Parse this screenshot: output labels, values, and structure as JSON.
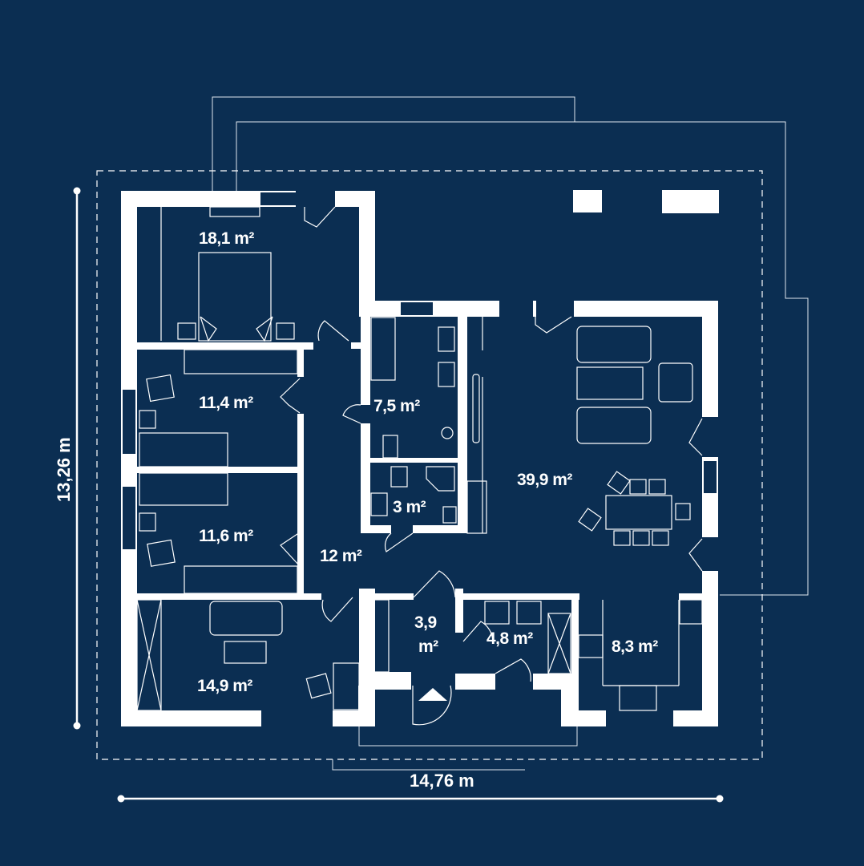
{
  "plan": {
    "background_color": "#0b2e52",
    "line_color": "#ffffff",
    "rooms": [
      {
        "id": "bedroom-master",
        "area": "18,1 m²"
      },
      {
        "id": "bedroom-2",
        "area": "11,4 m²"
      },
      {
        "id": "bedroom-3",
        "area": "11,6 m²"
      },
      {
        "id": "study",
        "area": "14,9 m²"
      },
      {
        "id": "hallway",
        "area": "12 m²"
      },
      {
        "id": "bathroom",
        "area": "7,5 m²"
      },
      {
        "id": "wc",
        "area": "3 m²"
      },
      {
        "id": "living-dining",
        "area": "39,9 m²"
      },
      {
        "id": "entrance-vestibule",
        "area_line1": "3,9",
        "area_line2": "m²"
      },
      {
        "id": "utility",
        "area": "4,8 m²"
      },
      {
        "id": "kitchen",
        "area": "8,3 m²"
      }
    ],
    "dimensions": {
      "width": "14,76 m",
      "height": "13,26 m"
    }
  }
}
